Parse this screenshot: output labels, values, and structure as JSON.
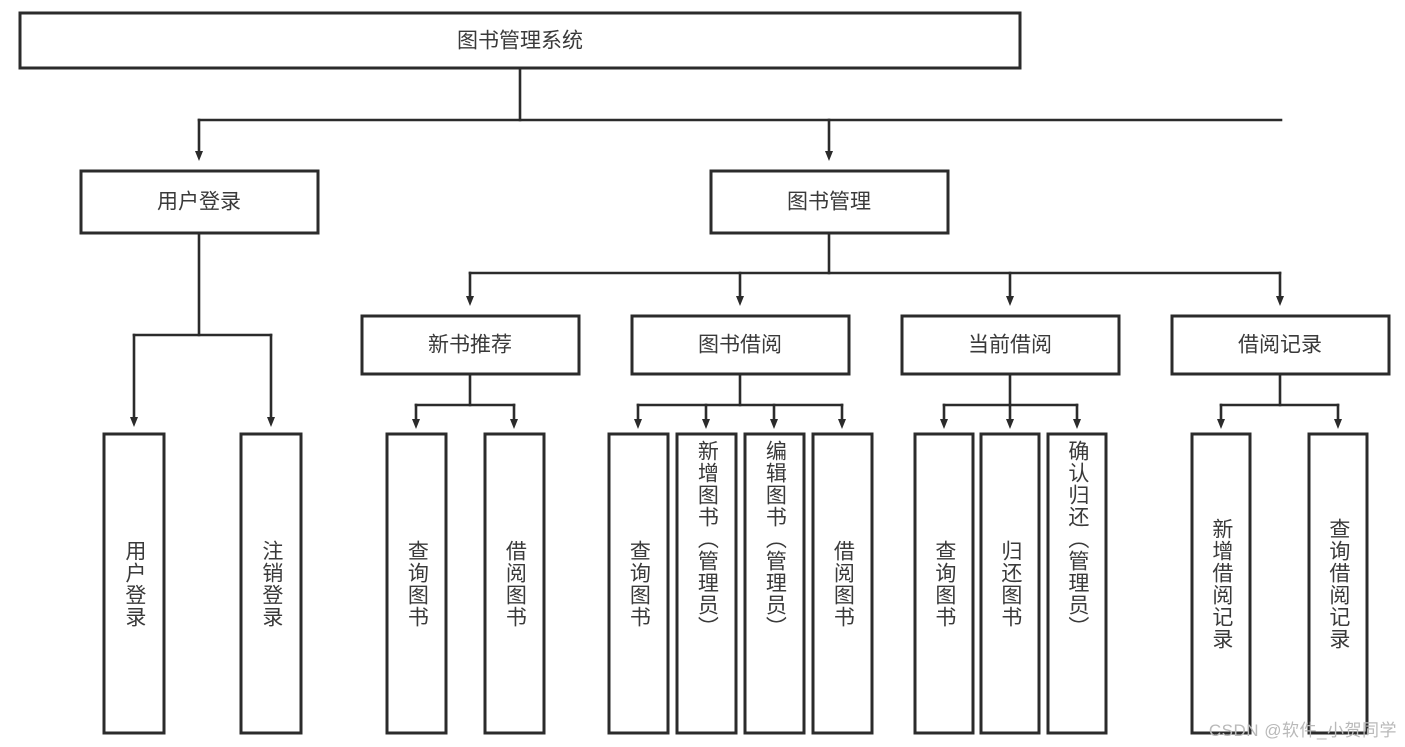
{
  "diagram": {
    "title": "图书管理系统",
    "type": "tree",
    "orientation": "top-down",
    "colors": {
      "stroke": "#2b2b2b",
      "fill": "#ffffff",
      "text": "#3a3a3a",
      "watermark": "#b9b9b9"
    },
    "root": {
      "label": "图书管理系统"
    },
    "level2": [
      {
        "label": "用户登录"
      },
      {
        "label": "图书管理"
      }
    ],
    "level3": [
      {
        "label": "新书推荐"
      },
      {
        "label": "图书借阅"
      },
      {
        "label": "当前借阅"
      },
      {
        "label": "借阅记录"
      }
    ],
    "leaves": {
      "user_login": [
        {
          "label": "用户登录"
        },
        {
          "label": "注销登录"
        }
      ],
      "new_book_recommend": [
        {
          "label": "查询图书"
        },
        {
          "label": "借阅图书"
        }
      ],
      "book_borrow": [
        {
          "label": "查询图书"
        },
        {
          "label": "新增图书（管理员）"
        },
        {
          "label": "编辑图书（管理员）"
        },
        {
          "label": "借阅图书"
        }
      ],
      "current_borrow": [
        {
          "label": "查询图书"
        },
        {
          "label": "归还图书"
        },
        {
          "label": "确认归还（管理员）"
        }
      ],
      "borrow_record": [
        {
          "label": "新增借阅记录"
        },
        {
          "label": "查询借阅记录"
        }
      ]
    }
  },
  "watermark": {
    "text": "CSDN @软件_小贺同学"
  }
}
